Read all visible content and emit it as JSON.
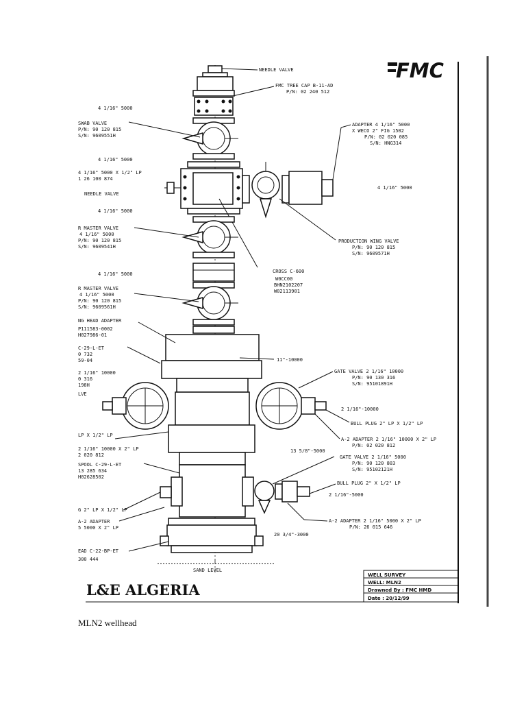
{
  "logo": "FMC",
  "project": "L&E ALGERIA",
  "caption": "MLN2 wellhead",
  "title_block": {
    "line1": "WELL SURVEY",
    "line2": "WELL: MLN2",
    "line3": "Drawned By : FMC HMD",
    "line4": "Date : 20/12/99"
  },
  "right_callouts": [
    {
      "text": "NEEDLE VALVE"
    },
    {
      "text": "FMC TREE CAP B-11-AD"
    },
    {
      "text": "P/N: 02 240 512"
    },
    {
      "text": "ADAPTER 4 1/16\" 5000"
    },
    {
      "text": "X WECO 2\" FIG 1502"
    },
    {
      "text": "P/N: 02 020 085"
    },
    {
      "text": "S/N: HNG314"
    },
    {
      "text": "4 1/16\" 5000"
    },
    {
      "text": "PRODUCTION WING VALVE"
    },
    {
      "text": "P/N: 90 120 815"
    },
    {
      "text": "S/N: 9609571H"
    },
    {
      "text": "CROSS C-600"
    },
    {
      "text": "W0CC00"
    },
    {
      "text": "BHN2102207"
    },
    {
      "text": "W02113901"
    },
    {
      "text": "11\"-10000"
    },
    {
      "text": "GATE VALVE 2 1/16\" 10000"
    },
    {
      "text": "P/N: 90 130 316"
    },
    {
      "text": "S/N: 95101891H"
    },
    {
      "text": "2 1/16\"-10000"
    },
    {
      "text": "BULL PLUG 2\" LP X 1/2\" LP"
    },
    {
      "text": "A-2 ADAPTER 2 1/16\" 10000 X 2\" LP"
    },
    {
      "text": "P/N: 02 020 812"
    },
    {
      "text": "13 5/8\"-5000"
    },
    {
      "text": "GATE VALVE 2 1/16\" 5000"
    },
    {
      "text": "P/N: 90 120 803"
    },
    {
      "text": "S/N: 95102121H"
    },
    {
      "text": "BULL PLUG 2\" X 1/2\" LP"
    },
    {
      "text": "2 1/16\"-5000"
    },
    {
      "text": "A-2 ADAPTER 2 1/16\" 5000 X 2\" LP"
    },
    {
      "text": "P/N: 26 015 646"
    },
    {
      "text": "20 3/4\"-3000"
    },
    {
      "text": "SAND LEVEL"
    }
  ],
  "left_callouts": [
    {
      "text": "4 1/16\" 5000"
    },
    {
      "text": "SWAB VALVE"
    },
    {
      "text": "P/N: 90 120 815"
    },
    {
      "text": "S/N: 9609551H"
    },
    {
      "text": "4 1/16\" 5000"
    },
    {
      "text": "4 1/16\" 5000 X 1/2\" LP"
    },
    {
      "text": "1 26 100 874"
    },
    {
      "text": "NEEDLE VALVE"
    },
    {
      "text": "4 1/16\" 5000"
    },
    {
      "text": "R MASTER VALVE"
    },
    {
      "text": "4 1/16\" 5000"
    },
    {
      "text": "P/N: 90 120 815"
    },
    {
      "text": "S/N: 9609541H"
    },
    {
      "text": "4 1/16\" 5000"
    },
    {
      "text": "R MASTER VALVE"
    },
    {
      "text": "4 1/16\" 5000"
    },
    {
      "text": "P/N: 90 120 815"
    },
    {
      "text": "S/N: 9609561H"
    },
    {
      "text": "NG HEAD ADAPTER"
    },
    {
      "text": "P111583-0002"
    },
    {
      "text": "H027986-01"
    },
    {
      "text": "C-29-L-ET"
    },
    {
      "text": "0 732"
    },
    {
      "text": "59-04"
    },
    {
      "text": "2 1/16\" 10000"
    },
    {
      "text": "0 316"
    },
    {
      "text": "198H"
    },
    {
      "text": "LVE"
    },
    {
      "text": "LP X 1/2\" LP"
    },
    {
      "text": "2 1/16\" 10000 X 2\" LP"
    },
    {
      "text": "2 020 812"
    },
    {
      "text": "SPOOL C-29-L-ET"
    },
    {
      "text": "13 285 634"
    },
    {
      "text": "H02628502"
    },
    {
      "text": "G 2\" LP X 1/2\" LP"
    },
    {
      "text": "A-2 ADAPTER"
    },
    {
      "text": "5 5000 X 2\" LP"
    },
    {
      "text": "EAD C-22-BP-ET"
    },
    {
      "text": "300 444"
    }
  ]
}
